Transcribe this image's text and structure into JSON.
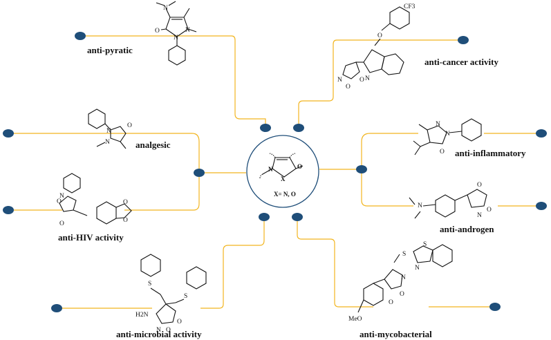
{
  "center": {
    "core_x_label": "X",
    "core_o_label": "O",
    "caption": "X= N, O"
  },
  "applications": [
    {
      "id": "anti-pyratic",
      "label": "anti-pyratic"
    },
    {
      "id": "anti-cancer",
      "label": "anti-cancer activity"
    },
    {
      "id": "analgesic",
      "label": "analgesic"
    },
    {
      "id": "anti-inflammatory",
      "label": "anti-inflammatory"
    },
    {
      "id": "anti-hiv",
      "label": "anti-HIV activity"
    },
    {
      "id": "anti-androgen",
      "label": "anti-androgen"
    },
    {
      "id": "anti-microbial",
      "label": "anti-microbial activity"
    },
    {
      "id": "anti-mycobacterial",
      "label": "anti-mycobacterial"
    }
  ],
  "atoms": {
    "n": "N",
    "o": "O",
    "s": "S",
    "cf3": "CF3",
    "meo": "MeO",
    "h2n": "H2N"
  },
  "colors": {
    "connector": "#f2b51f",
    "node": "#1f4e79",
    "circle": "#1f4e79",
    "text": "#111111"
  }
}
